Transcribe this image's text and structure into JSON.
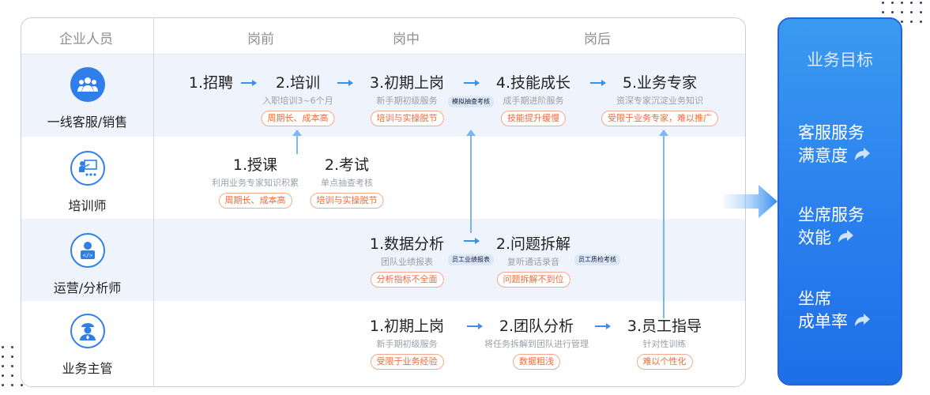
{
  "columns": {
    "roles": "企业人员",
    "pre": "岗前",
    "mid": "岗中",
    "post": "岗后"
  },
  "roles": [
    {
      "name": "一线客服/销售",
      "icon": "team-icon"
    },
    {
      "name": "培训师",
      "icon": "trainer-icon"
    },
    {
      "name": "运营/分析师",
      "icon": "developer-icon"
    },
    {
      "name": "业务主管",
      "icon": "manager-icon"
    }
  ],
  "row1": [
    {
      "title": "1.招聘",
      "sub": "",
      "pill": ""
    },
    {
      "title": "2.培训",
      "sub": "入职培训3~6个月",
      "pill": "周期长、成本高"
    },
    {
      "title": "3.初期上岗",
      "sub": "新手期初级服务",
      "pill": "培训与实操脱节"
    },
    {
      "title": "4.技能成长",
      "sub": "成手期进阶服务",
      "pill": "技能提升缓慢"
    },
    {
      "title": "5.业务专家",
      "sub": "资深专家沉淀业务知识",
      "pill": "受限于业务专家，难以推广"
    }
  ],
  "row2": [
    {
      "title": "1.授课",
      "sub": "利用业务专家知识积累",
      "pill": "周期长、成本高"
    },
    {
      "title": "2.考试",
      "sub": "单点抽查考核",
      "pill": "培训与实操脱节"
    }
  ],
  "row3": [
    {
      "title": "1.数据分析",
      "sub": "团队业绩报表",
      "pill": "分析指标不全面"
    },
    {
      "title": "2.问题拆解",
      "sub": "复听通话录音",
      "pill": "问题拆解不到位"
    }
  ],
  "row4": [
    {
      "title": "1.初期上岗",
      "sub": "新手期初级服务",
      "pill": "受限于业务经验"
    },
    {
      "title": "2.团队分析",
      "sub": "将任务拆解到团队进行管理",
      "pill": "数据粗浅"
    },
    {
      "title": "3.员工指导",
      "sub": "针对性训练",
      "pill": "难以个性化"
    }
  ],
  "tags": {
    "mock_exam": "模拟抽查考核",
    "staff_report": "员工业绩报表",
    "staff_qc": "员工质检考核"
  },
  "goals": {
    "title": "业务目标",
    "items": [
      {
        "line1": "客服服务",
        "line2": "满意度"
      },
      {
        "line1": "坐席服务",
        "line2": "效能"
      },
      {
        "line1": "坐席",
        "line2": "成单率"
      }
    ]
  },
  "colors": {
    "accent": "#2f7ee9",
    "band": "#eff3fb",
    "pill": "#f06a3c"
  }
}
